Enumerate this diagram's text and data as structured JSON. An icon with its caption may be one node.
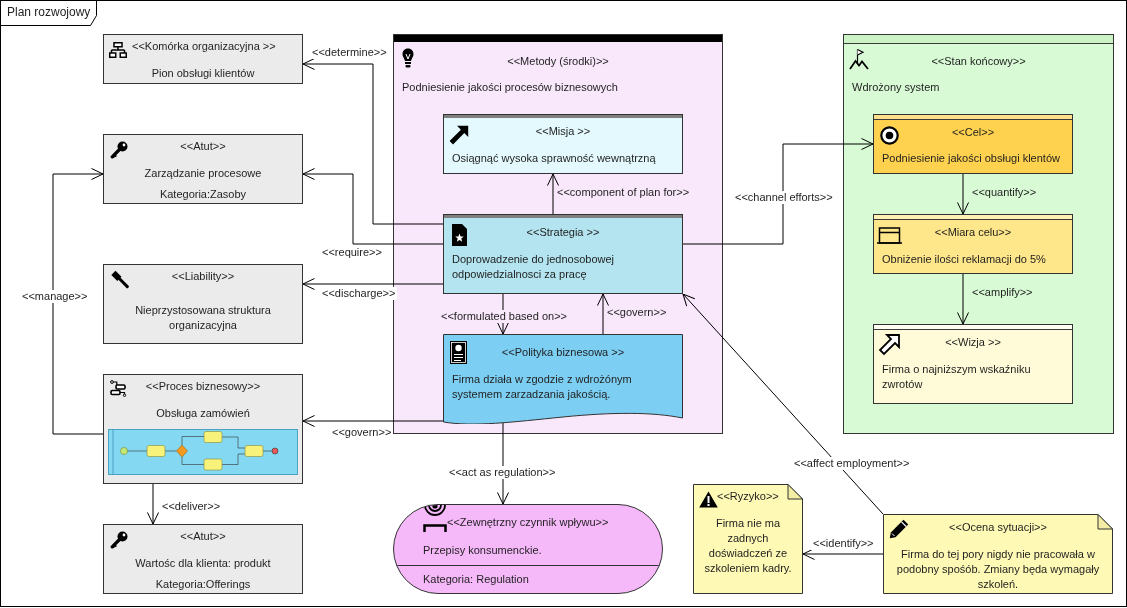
{
  "diagram": {
    "nodes": [
      {
        "text": [
          "Plan rozwojowy"
        ]
      },
      {
        "text": [
          "<<Komórka organizacyjna >>",
          "Pion obsługi klientów"
        ],
        "in": 0
      },
      {
        "text": [
          "<<Atut>>",
          "Zarządzanie procesowe",
          "Kategoria:Zasoby"
        ],
        "in": 0
      },
      {
        "text": [
          "<<Metody (środki)>>",
          "Podniesienie jakości procesów biznesowych"
        ],
        "in": 0
      },
      {
        "text": [
          "<<Stan końcowy>>",
          "Wdrożony system"
        ],
        "in": 0
      },
      {
        "text": [
          "<<Misja >>",
          "Osiągnąć wysoka sprawność wewnątrzną"
        ],
        "in": 3
      },
      {
        "text": [
          "<<Cel>>",
          "Podniesienie jakości obsługi klentów"
        ],
        "in": 4
      },
      {
        "text": [
          "<<Strategia >>",
          "Doprowadzenie do jednosobowej odpowiedzialnosci za pracę"
        ],
        "in": 3
      },
      {
        "text": [
          "<<Liability>>",
          "Nieprzystosowana struktura organizacyjna"
        ],
        "in": 0
      },
      {
        "text": [
          "<<Miara celu>>",
          "Obniżenie ilości reklamacji do 5%"
        ],
        "in": 4
      },
      {
        "text": [
          "<<Wizja >>",
          "Firma o najniższym wskaźniku zwrotów"
        ],
        "in": 4
      },
      {
        "text": [
          "<<Polityka biznesowa >>",
          "Firma działa w zgodzie z wdrożónym systemem zarzadzania jakością."
        ],
        "in": 3
      },
      {
        "text": [
          "<<Proces biznesowy>>",
          "Obsługa zamówień"
        ],
        "in": 0
      },
      {
        "text": [
          "<<Zewnętrzny czynnik wpływu>>",
          "Przepisy konsumenckie.",
          "Kategoria: Regulation"
        ],
        "in": 0
      },
      {
        "text": [
          "<<Atut>>",
          "Wartośc dla klienta: produkt",
          "Kategoria:Offerings"
        ],
        "in": 0
      },
      {
        "text": [
          "<<Ryzyko>>",
          "Firma nie ma zadnych doświadczeń ze szkoleniem kadry."
        ],
        "in": 0
      },
      {
        "text": [
          "<<Ocena sytuacji>>",
          "Firma do tej pory nigdy nie pracowała w podobny spośób. Zmiany będa wymagały szkoleń."
        ],
        "in": 0
      }
    ],
    "edges": [
      {
        "from": 7,
        "to": 1,
        "arrow": "to",
        "label": "<<determine>>"
      },
      {
        "from": 7,
        "to": 2,
        "arrow": "to",
        "label": "<<require>>"
      },
      {
        "from": 7,
        "to": 8,
        "arrow": "to",
        "label": "<<discharge>>"
      },
      {
        "from": 12,
        "to": 2,
        "arrow": "to",
        "label": "<<manage>>"
      },
      {
        "from": 12,
        "to": 14,
        "arrow": "to",
        "label": "<<deliver>>"
      },
      {
        "from": 11,
        "to": 12,
        "arrow": "to",
        "label": "<<govern>>"
      },
      {
        "from": 7,
        "to": 5,
        "arrow": "to",
        "label": "<<component of plan for>>"
      },
      {
        "from": 7,
        "to": 11,
        "arrow": "to",
        "label": "<<formulated based on>>"
      },
      {
        "from": 11,
        "to": 7,
        "arrow": "to",
        "label": "<<govern>>"
      },
      {
        "from": 7,
        "to": 6,
        "arrow": "to",
        "label": "<<channel efforts>>"
      },
      {
        "from": 11,
        "to": 13,
        "arrow": "to",
        "label": "<<act as regulation>>"
      },
      {
        "from": 6,
        "to": 9,
        "arrow": "to",
        "label": "<<quantify>>"
      },
      {
        "from": 9,
        "to": 10,
        "arrow": "to",
        "label": "<<amplify>>"
      },
      {
        "from": 16,
        "to": 7,
        "arrow": "to",
        "label": "<<affect employment>>"
      },
      {
        "from": 16,
        "to": 15,
        "arrow": "to",
        "label": "<<identify>>"
      }
    ]
  }
}
